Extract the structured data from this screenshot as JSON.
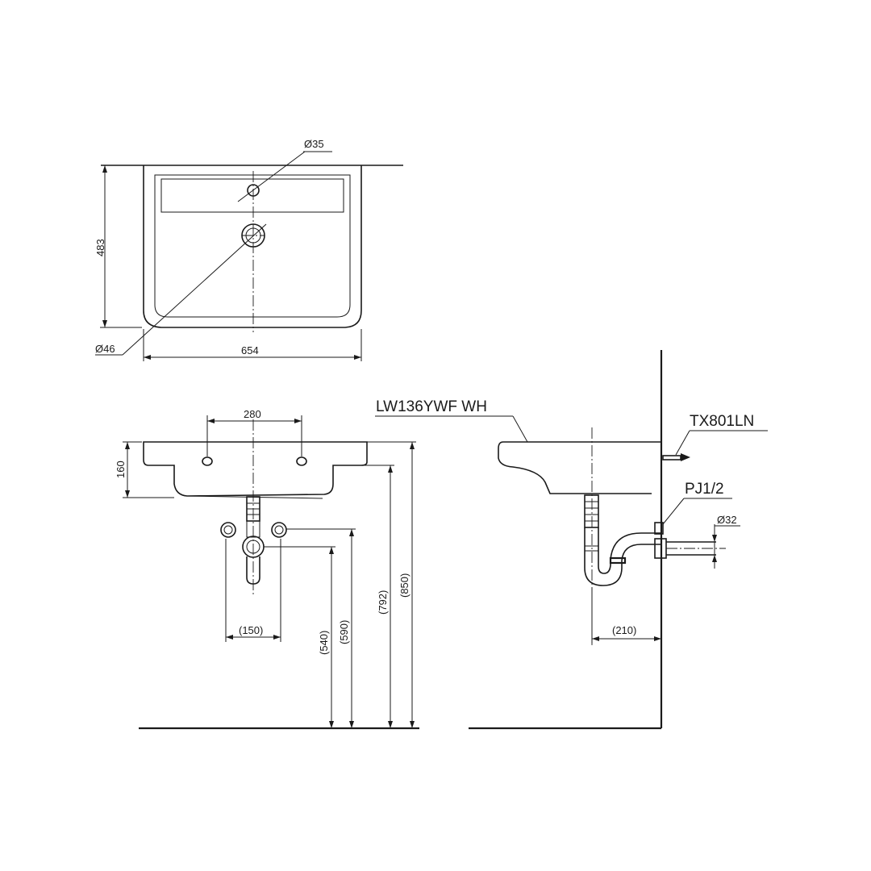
{
  "top_view": {
    "width_label": "654",
    "depth_label": "483",
    "tap_hole_label": "Ø35",
    "drain_label": "Ø46"
  },
  "front_view": {
    "tap_spacing_label": "280",
    "basin_height_label": "160",
    "supply_spacing_label": "(150)",
    "outlet_height_label": "(540)",
    "supply_height_label": "(590)",
    "bottom_height_label": "(792)",
    "rim_height_label": "(850)"
  },
  "side_view": {
    "basin_model": "LW136YWF WH",
    "bracket_model": "TX801LN",
    "valve_label": "PJ1/2",
    "trap_diameter_label": "Ø32",
    "trap_offset_label": "(210)"
  }
}
